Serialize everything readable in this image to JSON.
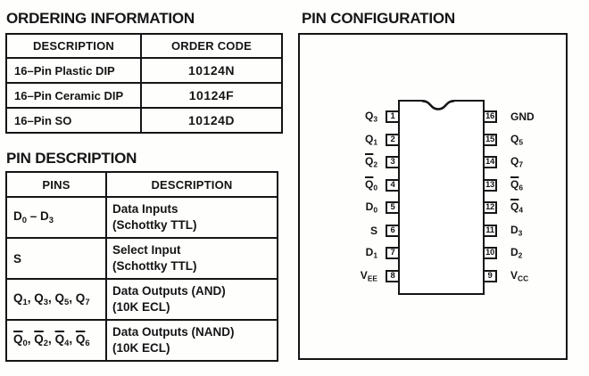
{
  "colors": {
    "ink": "#151515",
    "paper": "#fefefd"
  },
  "ordering": {
    "title": "ORDERING INFORMATION",
    "headers": [
      "DESCRIPTION",
      "ORDER CODE"
    ],
    "rows": [
      {
        "description": "16–Pin Plastic DIP",
        "order_code": "10124N"
      },
      {
        "description": "16–Pin Ceramic DIP",
        "order_code": "10124F"
      },
      {
        "description": "16–Pin SO",
        "order_code": "10124D"
      }
    ]
  },
  "pin_description": {
    "title": "PIN DESCRIPTION",
    "headers": [
      "PINS",
      "DESCRIPTION"
    ],
    "rows": [
      {
        "pins": "D_0_ – D_3_",
        "description": "Data Inputs\n(Schottky TTL)"
      },
      {
        "pins": "S",
        "description": "Select Input\n(Schottky TTL)"
      },
      {
        "pins": "Q_1_, Q_3_, Q_5_, Q_7_",
        "description": "Data Outputs (AND)\n(10K ECL)"
      },
      {
        "pins": "~Q~_0_, ~Q~_2_, ~Q~_4_, ~Q~_6_",
        "description": "Data Outputs (NAND)\n(10K ECL)"
      }
    ]
  },
  "pin_configuration": {
    "title": "PIN CONFIGURATION",
    "left_pins": [
      {
        "number": "1",
        "label": "Q_3_"
      },
      {
        "number": "2",
        "label": "Q_1_"
      },
      {
        "number": "3",
        "label": "~Q~_2_"
      },
      {
        "number": "4",
        "label": "~Q~_0_"
      },
      {
        "number": "5",
        "label": "D_0_"
      },
      {
        "number": "6",
        "label": "S"
      },
      {
        "number": "7",
        "label": "D_1_"
      },
      {
        "number": "8",
        "label": "V_EE_"
      }
    ],
    "right_pins": [
      {
        "number": "16",
        "label": "GND"
      },
      {
        "number": "15",
        "label": "Q_5_"
      },
      {
        "number": "14",
        "label": "Q_7_"
      },
      {
        "number": "13",
        "label": "~Q~_6_"
      },
      {
        "number": "12",
        "label": "~Q~_4_"
      },
      {
        "number": "11",
        "label": "D_3_"
      },
      {
        "number": "10",
        "label": "D_2_"
      },
      {
        "number": "9",
        "label": "V_CC_"
      }
    ]
  }
}
